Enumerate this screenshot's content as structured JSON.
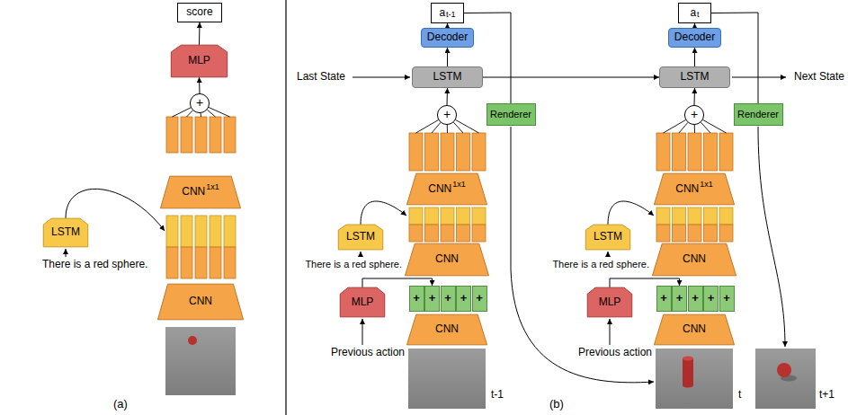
{
  "diagram": {
    "nodes": [
      {
        "text": [
          "score"
        ]
      },
      {
        "text": [
          "MLP"
        ]
      },
      {
        "text": [
          "+"
        ]
      },
      {
        "text": [
          "LSTM"
        ]
      },
      {
        "text": [
          "CNN",
          "1x1"
        ]
      },
      {
        "text": [
          "CNN"
        ]
      },
      {
        "text": [
          "a",
          "t-1"
        ]
      },
      {
        "text": [
          "Decoder"
        ]
      },
      {
        "text": [
          "LSTM"
        ]
      },
      {
        "text": [
          "+"
        ]
      },
      {
        "text": [
          "Renderer"
        ]
      },
      {
        "text": [
          "LSTM"
        ]
      },
      {
        "text": [
          "CNN",
          "1x1"
        ]
      },
      {
        "text": [
          "CNN"
        ]
      },
      {
        "text": [
          "MLP"
        ]
      },
      {
        "text": [
          "+"
        ]
      },
      {
        "text": [
          "+"
        ]
      },
      {
        "text": [
          "+"
        ]
      },
      {
        "text": [
          "+"
        ]
      },
      {
        "text": [
          "+"
        ]
      },
      {
        "text": [
          "CNN"
        ]
      },
      {
        "text": [
          "a",
          "t"
        ]
      },
      {
        "text": [
          "Decoder"
        ]
      },
      {
        "text": [
          "LSTM"
        ]
      },
      {
        "text": [
          "+"
        ]
      },
      {
        "text": [
          "Renderer"
        ]
      },
      {
        "text": [
          "LSTM"
        ]
      },
      {
        "text": [
          "CNN",
          "1x1"
        ]
      },
      {
        "text": [
          "CNN"
        ]
      },
      {
        "text": [
          "MLP"
        ]
      },
      {
        "text": [
          "+"
        ]
      },
      {
        "text": [
          "+"
        ]
      },
      {
        "text": [
          "+"
        ]
      },
      {
        "text": [
          "+"
        ]
      },
      {
        "text": [
          "+"
        ]
      },
      {
        "text": [
          "CNN"
        ]
      }
    ],
    "edges": [
      {
        "from": 2,
        "to": 1,
        "arrow": "to"
      },
      {
        "from": 1,
        "to": 0,
        "arrow": "to"
      },
      {
        "from": 9,
        "to": 8,
        "arrow": "to"
      },
      {
        "from": 8,
        "to": 7,
        "arrow": "to"
      },
      {
        "from": 7,
        "to": 6,
        "arrow": "to"
      },
      {
        "from": 8,
        "to": 23,
        "arrow": "to"
      },
      {
        "from": 6,
        "to": 10,
        "arrow": "none"
      },
      {
        "from": 14,
        "to": 16,
        "arrow": "to"
      },
      {
        "from": 24,
        "to": 23,
        "arrow": "to"
      },
      {
        "from": 23,
        "to": 22,
        "arrow": "to"
      },
      {
        "from": 22,
        "to": 21,
        "arrow": "to"
      },
      {
        "from": 21,
        "to": 25,
        "arrow": "none"
      },
      {
        "from": 29,
        "to": 31,
        "arrow": "to"
      }
    ],
    "labels": [
      "There is a red sphere.",
      "(a)",
      "Last State",
      "There is a red sphere.",
      "Previous action",
      "t-1",
      "There is a red sphere.",
      "Previous action",
      "t",
      "t+1",
      "Next State",
      "(b)"
    ]
  }
}
